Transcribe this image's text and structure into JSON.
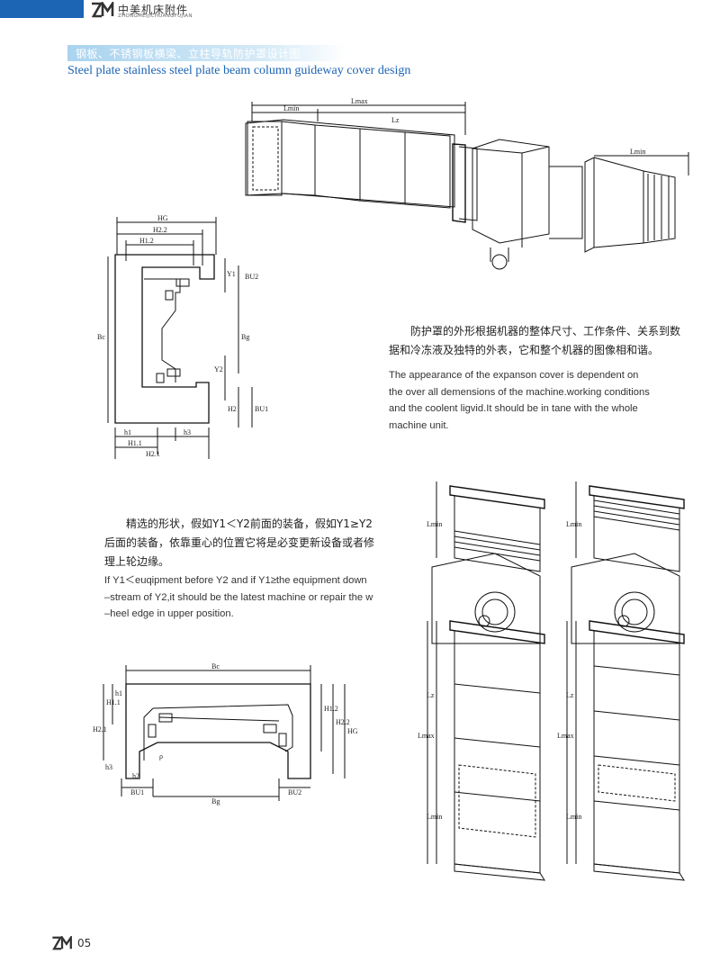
{
  "header": {
    "brand_cn": "中美机床附件",
    "brand_en": "ZHONGMEIJICHUANGFUJIAN",
    "accent_color": "#1c64b4"
  },
  "title": {
    "cn": "钢板、不锈钢板横梁、立柱导轨防护罩设计图",
    "en": "Steel plate stainless steel plate beam column guideway cover design"
  },
  "desc1": {
    "cn_lines": [
      "防护罩的外形根据机器的整体尺寸、工作条件、关系到数",
      "据和冷冻液及独特的外表，它和整个机器的图像相和谐。"
    ],
    "en_lines": [
      "The appearance of the expanson cover is dependent on",
      "the over all demensions of the machine.working conditions",
      "and the coolent ligvid.It should be in tane with the whole",
      "machine unit."
    ]
  },
  "desc2": {
    "cn_lines": [
      "精选的形状，假如Y1＜Y2前面的装备，假如Y1≥Y2",
      "后面的装备，依靠重心的位置它将是必变更新设备或者修",
      "理上轮边缘。"
    ],
    "en_lines": [
      "If Y1＜euqipment before Y2 and if Y1≥the equipment down",
      "–stream of Y2,it should be the latest machine or repair the w",
      "–heel edge in upper position."
    ]
  },
  "fig1": {
    "lmin": "Lmin",
    "lmax": "Lmax",
    "lz": "Lz",
    "lmin_right": "Lmin"
  },
  "fig2": {
    "hg": "HG",
    "h22": "H2.2",
    "h12": "H1.2",
    "bc": "Bc",
    "bg": "Bg",
    "y1": "Y1",
    "y2": "Y2",
    "bu2": "BU2",
    "bu1": "BU1",
    "h2": "H2",
    "h1": "h1",
    "h3": "h3",
    "h11": "H1.1",
    "h21": "H2.1"
  },
  "fig3": {
    "bc": "Bc",
    "h11": "H1.1",
    "h1": "h1",
    "h21": "H2.1",
    "h12": "H1.2",
    "h22": "H2.2",
    "hg": "HG",
    "h3": "h3",
    "p": "ρ",
    "h2": "h2",
    "bu1": "BU1",
    "bg": "Bg",
    "bu2": "BU2"
  },
  "fig4": {
    "lmin_top": "Lmin",
    "lz": "Lz",
    "lmax": "Lmax",
    "lmin_bottom": "Lmin"
  },
  "fig5": {
    "lmin_top": "Lmin",
    "lz": "Lz",
    "lmax": "Lmax",
    "lmin_bottom": "Lmin"
  },
  "footer": {
    "page": "05"
  }
}
